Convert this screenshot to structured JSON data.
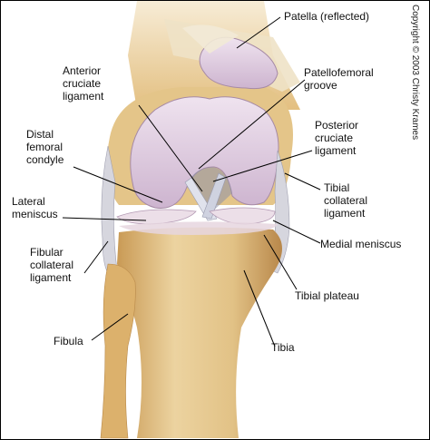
{
  "labels": {
    "patella": "Patella (reflected)",
    "anterior_cruciate": "Anterior\ncruciate\nligament",
    "patellofemoral_groove": "Patellofemoral\ngroove",
    "distal_femoral_condyle": "Distal\nfemoral\ncondyle",
    "posterior_cruciate": "Posterior\ncruciate\nligament",
    "lateral_meniscus": "Lateral\nmeniscus",
    "tibial_collateral": "Tibial\ncollateral\nligament",
    "fibular_collateral": "Fibular\ncollateral\nligament",
    "medial_meniscus": "Medial meniscus",
    "tibial_plateau": "Tibial plateau",
    "fibula": "Fibula",
    "tibia": "Tibia"
  },
  "copyright": "Copyright © 2003 Christy Krames",
  "colors": {
    "bone": "#e8c98e",
    "bone_shadow": "#c89a55",
    "cartilage": "#dcc8dc",
    "ligament": "#d8d8e0",
    "leader_line": "#000000"
  }
}
